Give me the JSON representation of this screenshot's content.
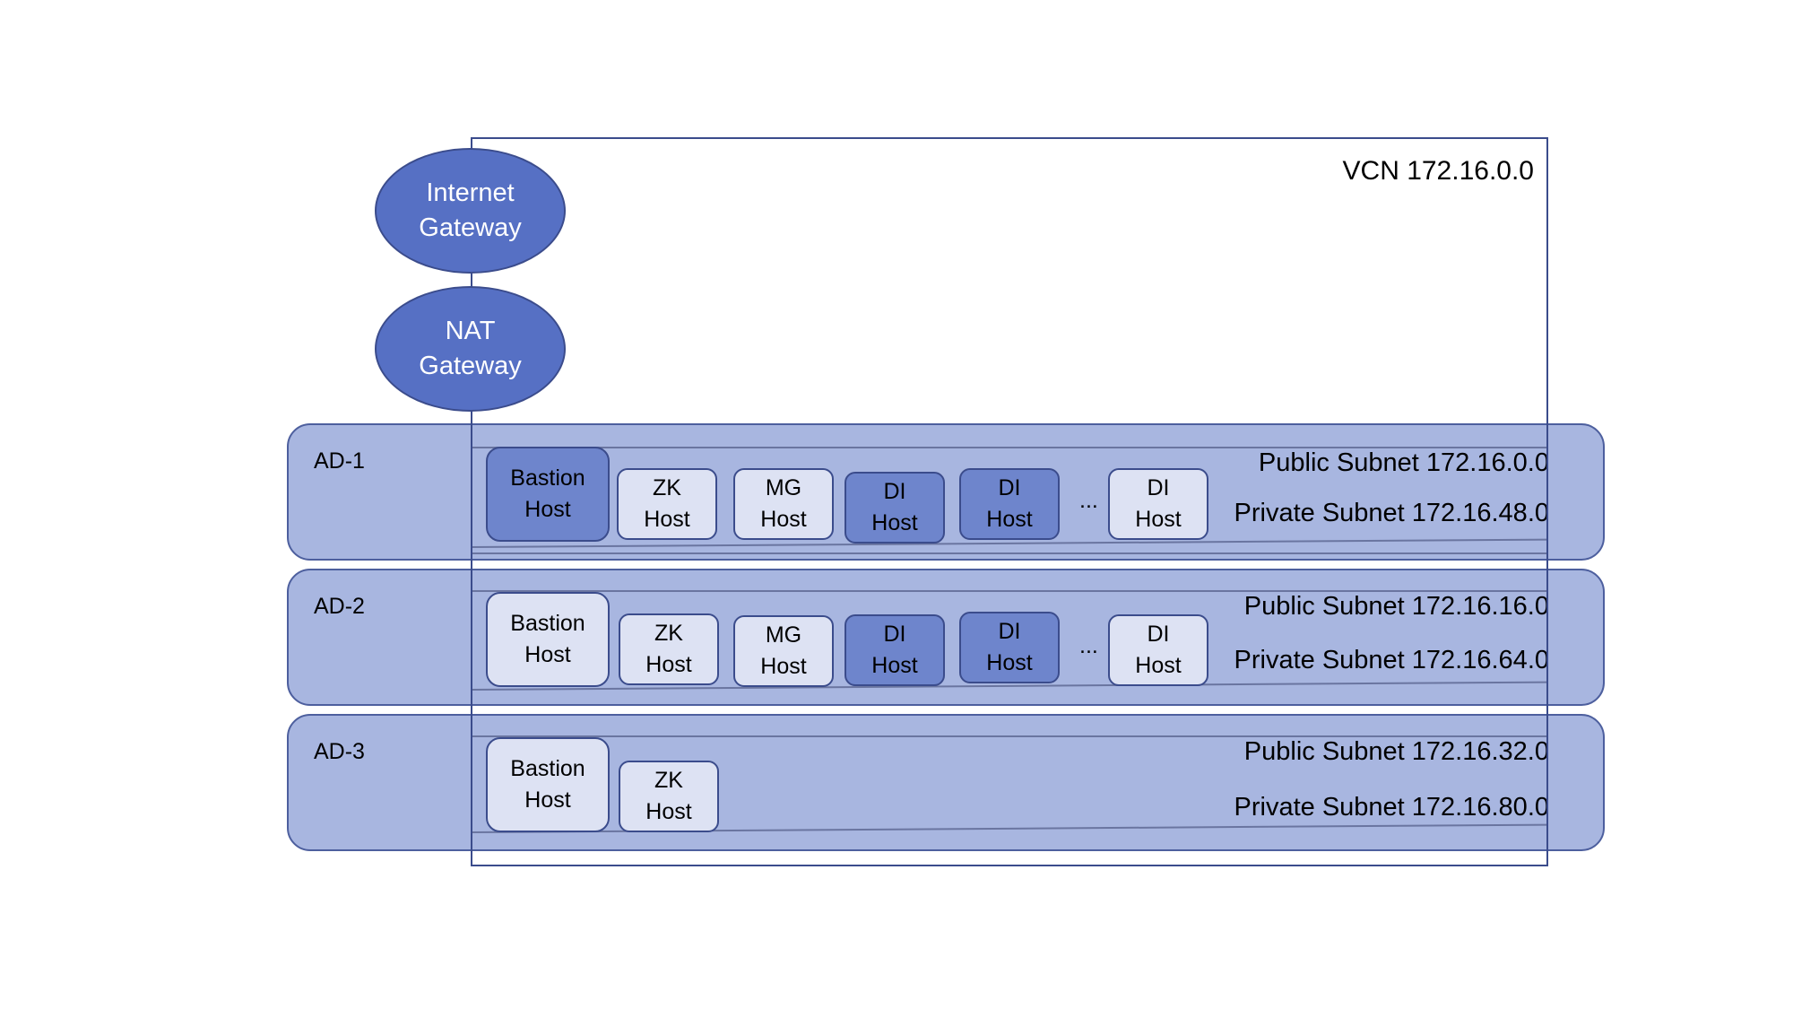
{
  "vcn": {
    "label": "VCN 172.16.0.0"
  },
  "gateways": {
    "internet": {
      "line1": "Internet",
      "line2": "Gateway"
    },
    "nat": {
      "line1": "NAT",
      "line2": "Gateway"
    }
  },
  "ads": [
    {
      "label": "AD-1",
      "public_subnet": "Public Subnet 172.16.0.0",
      "private_subnet": "Private Subnet 172.16.48.0",
      "hosts": [
        {
          "line1": "Bastion",
          "line2": "Host",
          "style": "dark"
        },
        {
          "line1": "ZK",
          "line2": "Host",
          "style": "light"
        },
        {
          "line1": "MG",
          "line2": "Host",
          "style": "light"
        },
        {
          "line1": "DI",
          "line2": "Host",
          "style": "dark"
        },
        {
          "line1": "DI",
          "line2": "Host",
          "style": "dark"
        },
        {
          "line1": "DI",
          "line2": "Host",
          "style": "light"
        }
      ],
      "ellipsis": "..."
    },
    {
      "label": "AD-2",
      "public_subnet": "Public Subnet 172.16.16.0",
      "private_subnet": "Private Subnet 172.16.64.0",
      "hosts": [
        {
          "line1": "Bastion",
          "line2": "Host",
          "style": "light"
        },
        {
          "line1": "ZK",
          "line2": "Host",
          "style": "light"
        },
        {
          "line1": "MG",
          "line2": "Host",
          "style": "light"
        },
        {
          "line1": "DI",
          "line2": "Host",
          "style": "dark"
        },
        {
          "line1": "DI",
          "line2": "Host",
          "style": "dark"
        },
        {
          "line1": "DI",
          "line2": "Host",
          "style": "light"
        }
      ],
      "ellipsis": "..."
    },
    {
      "label": "AD-3",
      "public_subnet": "Public Subnet 172.16.32.0",
      "private_subnet": "Private Subnet 172.16.80.0",
      "hosts": [
        {
          "line1": "Bastion",
          "line2": "Host",
          "style": "light"
        },
        {
          "line1": "ZK",
          "line2": "Host",
          "style": "light"
        }
      ]
    }
  ],
  "colors": {
    "gateway_fill": "#5670c4",
    "ad_fill": "#a8b6e0",
    "host_light": "#dde2f3",
    "host_dark": "#6e85cc",
    "border": "#3b4c8c"
  }
}
